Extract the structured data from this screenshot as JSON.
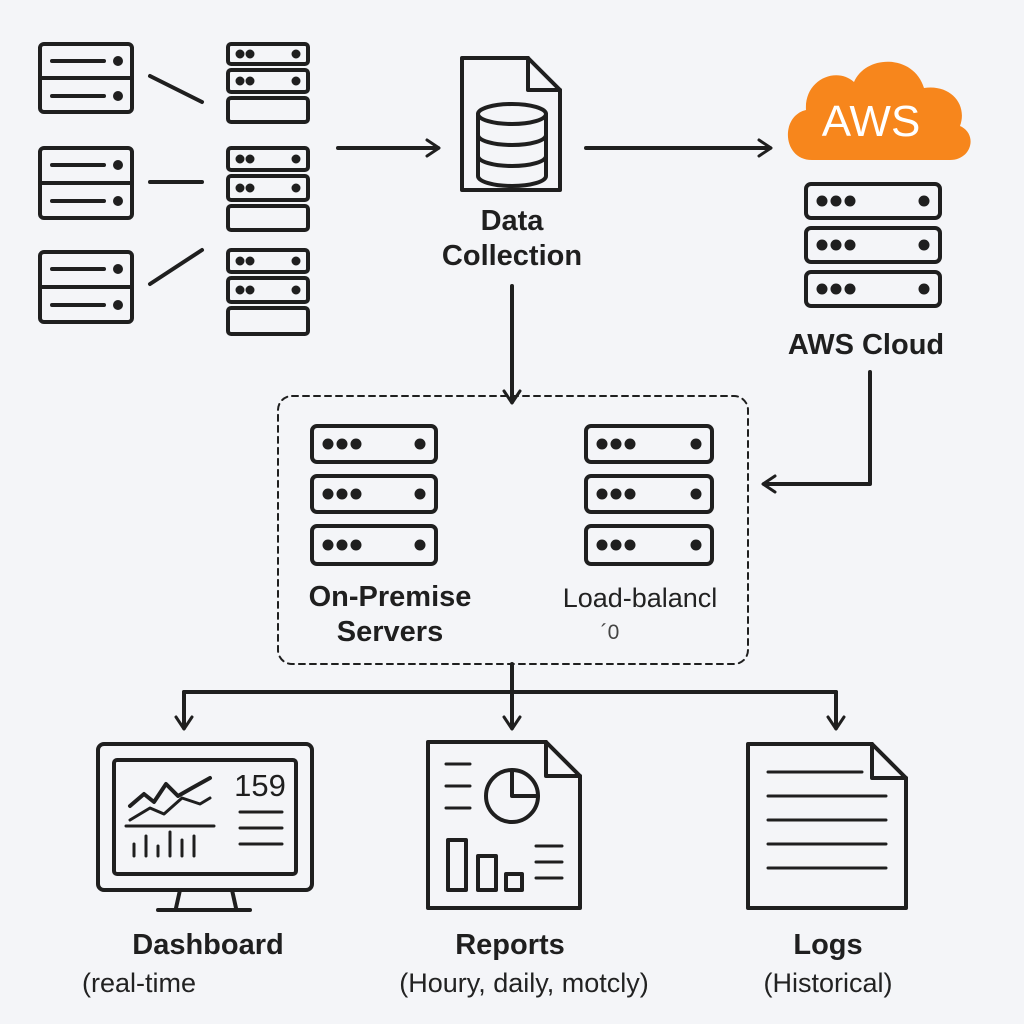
{
  "labels": {
    "data_collection_line1": "Data",
    "data_collection_line2": "Collection",
    "aws_logo": "AWS",
    "aws_cloud": "AWS Cloud",
    "on_premise_line1": "On-Premise",
    "on_premise_line2": "Servers",
    "load_balancer": "Load-balancl",
    "load_balancer_sub": "´0",
    "dashboard": "Dashboard",
    "dashboard_sub": "(real-time",
    "dashboard_value": "159",
    "reports": "Reports",
    "reports_sub": "(Houry, daily, motcly)",
    "logs": "Logs",
    "logs_sub": "(Historical)"
  },
  "colors": {
    "stroke": "#1f1f1f",
    "aws_orange": "#f7861c",
    "background": "#f4f5f8"
  },
  "icons": [
    "server-icon",
    "database-document-icon",
    "aws-cloud-icon",
    "monitor-dashboard-icon",
    "report-document-icon",
    "log-document-icon"
  ]
}
